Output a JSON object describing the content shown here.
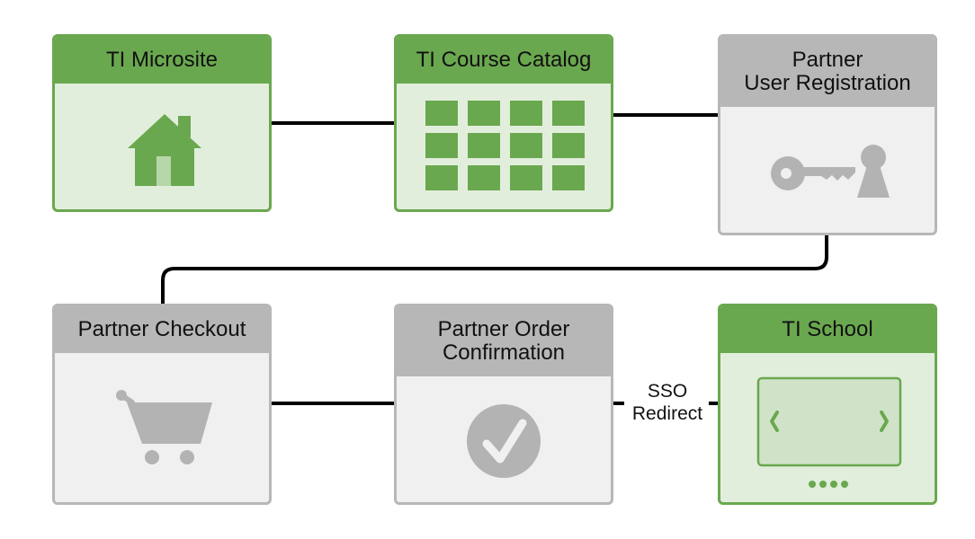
{
  "cards": {
    "microsite": {
      "title": "TI Microsite",
      "icon": "house-icon"
    },
    "catalog": {
      "title": "TI Course Catalog",
      "icon": "grid-icon"
    },
    "registration": {
      "title": "Partner\nUser Registration",
      "icon": "key-lock-icon"
    },
    "checkout": {
      "title": "Partner Checkout",
      "icon": "shopping-cart-icon"
    },
    "confirmation": {
      "title": "Partner Order\nConfirmation",
      "icon": "check-circle-icon"
    },
    "school": {
      "title": "TI School",
      "icon": "carousel-icon"
    }
  },
  "connectors": {
    "sso": "SSO\nRedirect"
  },
  "colors": {
    "ti_green": "#6aa84f",
    "ti_green_light": "#e2eedc",
    "partner_gray": "#b7b7b7",
    "partner_gray_light": "#f0f0f0",
    "icon_gray": "#b3b3b3",
    "line": "#000000"
  }
}
